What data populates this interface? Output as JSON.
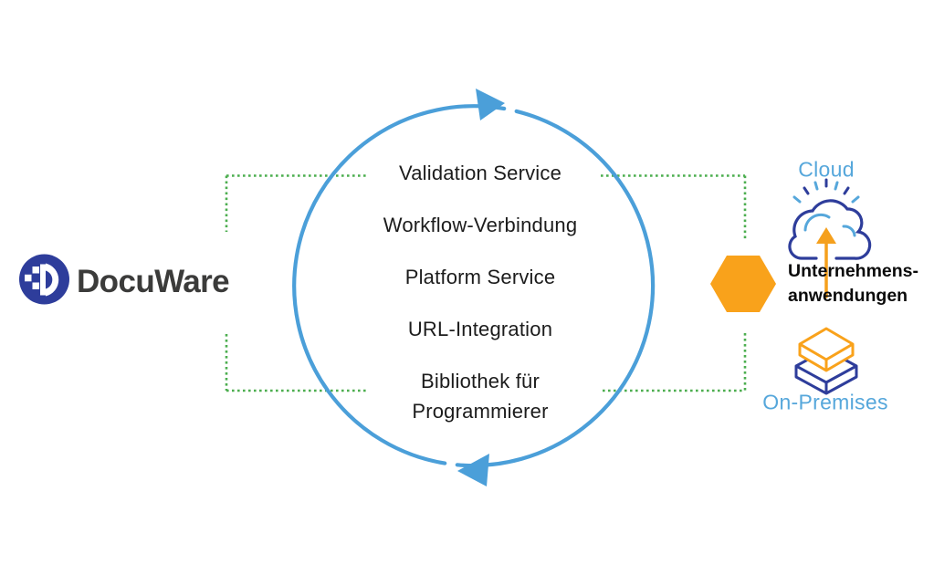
{
  "brand": {
    "name": "DocuWare"
  },
  "cycle": {
    "items": [
      {
        "label": "Validation Service"
      },
      {
        "label": "Workflow-Verbindung"
      },
      {
        "label": "Platform Service"
      },
      {
        "label": "URL-Integration"
      },
      {
        "label": "Bibliothek für Programmierer"
      }
    ]
  },
  "right_panel": {
    "cloud_label": "Cloud",
    "enterprise_line1": "Unternehmens-",
    "enterprise_line2": "anwendungen",
    "onprem_label": "On-Premises"
  },
  "icons": {
    "logo": "docuware-logo",
    "cloud": "cloud-upload-icon",
    "enterprise_shape": "orange-hexagon",
    "onprem": "stacked-boxes-icon",
    "cycle_arrow_top": "arrow-right",
    "cycle_arrow_bottom": "arrow-left"
  },
  "colors": {
    "circle_blue": "#4b9fd9",
    "light_blue": "#56a7db",
    "navy": "#2e3d9b",
    "orange": "#f9a21b",
    "orange_arrow": "#f5a01d",
    "green_dotted": "#4cae4f",
    "text_dark": "#1c1c1c",
    "brand_gray": "#3b3b3a"
  }
}
